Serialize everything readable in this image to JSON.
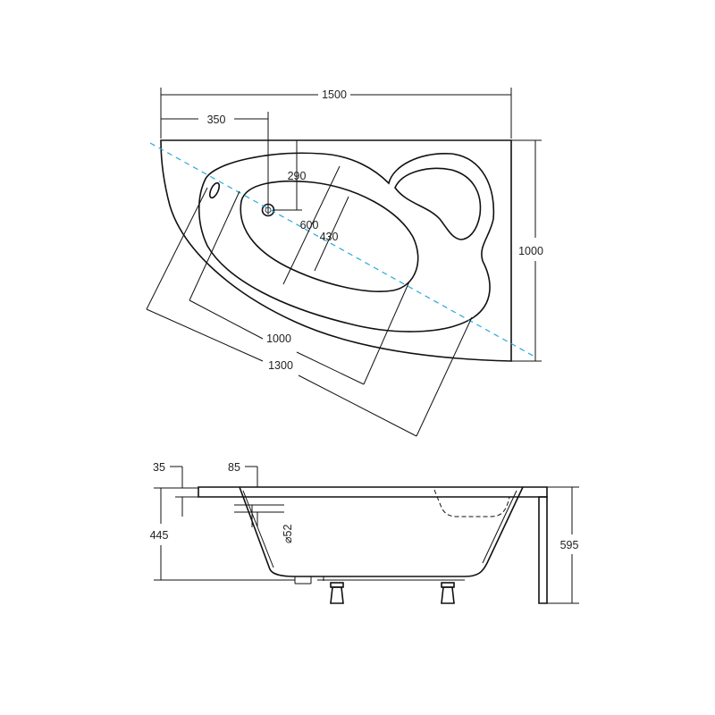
{
  "top_view": {
    "labels": {
      "width_1500": "1500",
      "offset_350": "350",
      "offset_290": "290",
      "inner_600": "600",
      "inner_430": "430",
      "depth_1000": "1000",
      "diag_1000": "1000",
      "diag_1300": "1300"
    }
  },
  "side_view": {
    "labels": {
      "rim_35": "35",
      "rim_85": "85",
      "drain_52": "⌀52",
      "height_445": "445",
      "height_595": "595"
    }
  },
  "colors": {
    "line": "#111111",
    "axis": "#27a8d8",
    "background": "#ffffff"
  }
}
